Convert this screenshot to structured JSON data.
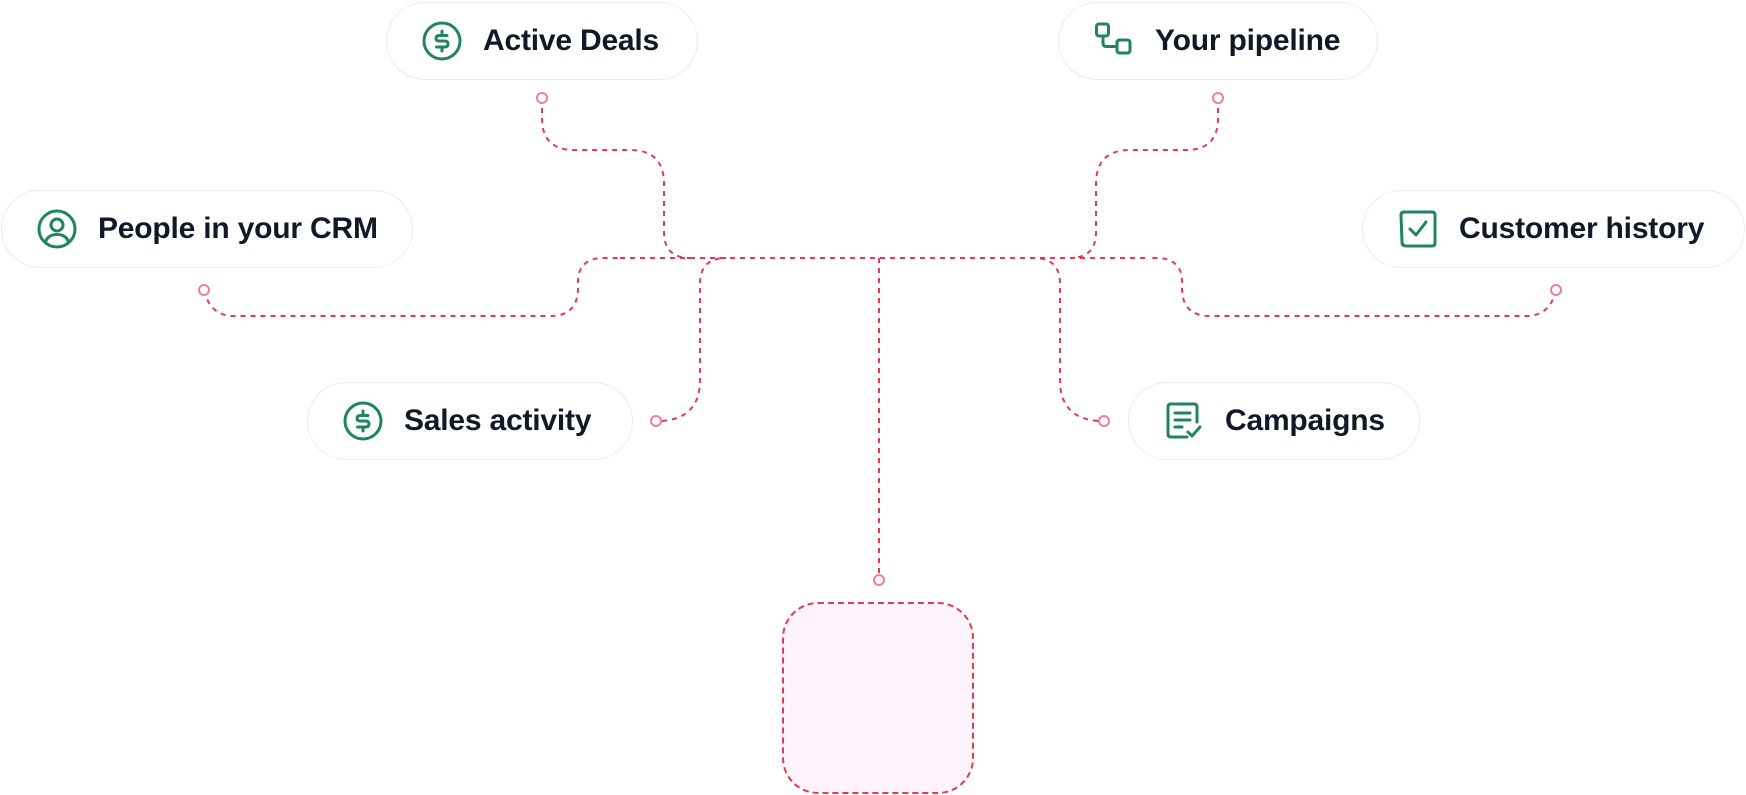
{
  "colors": {
    "icon": "#20855f",
    "connector": "#e23b50",
    "connector_dot": "#ec8098",
    "pill_border": "#ececec",
    "text": "#111827",
    "target_fill": "#fff4fb"
  },
  "nodes": {
    "active_deals": {
      "label": "Active Deals",
      "icon": "dollar-circle-icon"
    },
    "your_pipeline": {
      "label": "Your pipeline",
      "icon": "pipeline-squares-icon"
    },
    "people": {
      "label": "People in your CRM",
      "icon": "user-circle-icon"
    },
    "customer_history": {
      "label": "Customer history",
      "icon": "checkbox-checked-icon"
    },
    "sales_activity": {
      "label": "Sales activity",
      "icon": "dollar-circle-icon"
    },
    "campaigns": {
      "label": "Campaigns",
      "icon": "checklist-doc-icon"
    }
  }
}
